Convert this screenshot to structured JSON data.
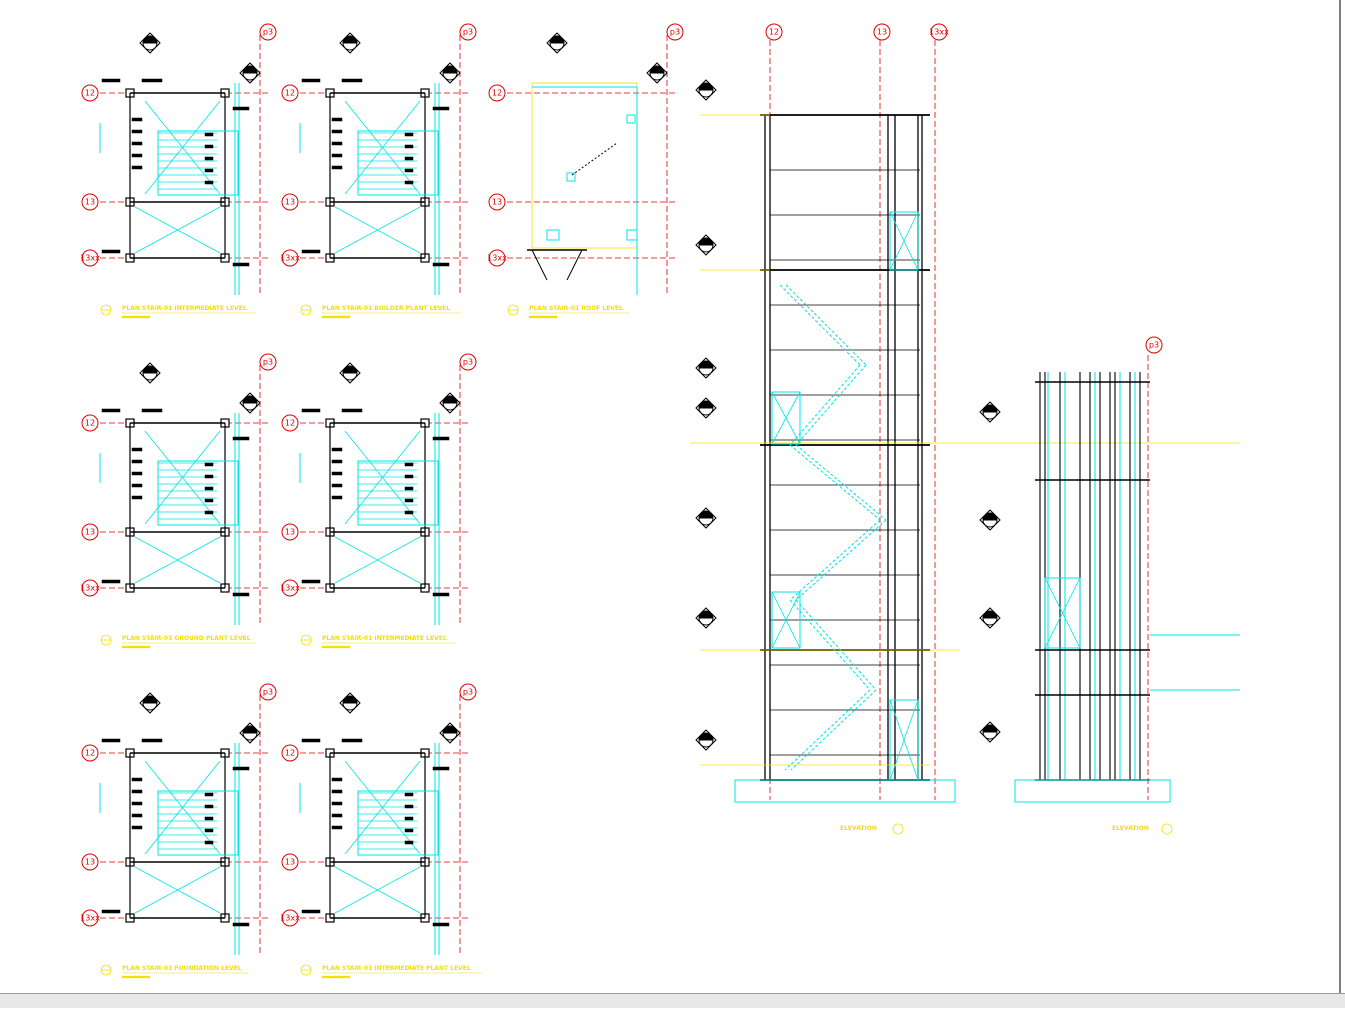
{
  "grid_labels": {
    "line_12": "12",
    "line_13": "13",
    "line_13xx": "13xx",
    "line_p3": "p3"
  },
  "colors": {
    "grid_line": "#e00000",
    "structure": "#000000",
    "stair": "#00e5e5",
    "title": "#f5e000",
    "background": "#ffffff"
  },
  "plans": [
    {
      "id": "plan-1",
      "row": 0,
      "col": 0,
      "title": "PLAN STAIR-01 INTERMEDIATE LEVEL"
    },
    {
      "id": "plan-2",
      "row": 0,
      "col": 1,
      "title": "PLAN STAIR-01 BUILDER PLANT LEVEL"
    },
    {
      "id": "plan-3",
      "row": 0,
      "col": 2,
      "title": "PLAN STAIR-01 ROOF LEVEL"
    },
    {
      "id": "plan-4",
      "row": 1,
      "col": 0,
      "title": "PLAN STAIR-01 GROUND PLANT LEVEL"
    },
    {
      "id": "plan-5",
      "row": 1,
      "col": 1,
      "title": "PLAN STAIR-01 INTERMEDIATE LEVEL"
    },
    {
      "id": "plan-6",
      "row": 2,
      "col": 0,
      "title": "PLAN STAIR-01 FOUNDATION LEVEL"
    },
    {
      "id": "plan-7",
      "row": 2,
      "col": 1,
      "title": "PLAN STAIR-01 INTERMEDIATE PLANT LEVEL"
    }
  ],
  "elevations": [
    {
      "id": "elevation-1",
      "title": "ELEVATION"
    },
    {
      "id": "elevation-2",
      "title": "ELEVATION"
    }
  ]
}
